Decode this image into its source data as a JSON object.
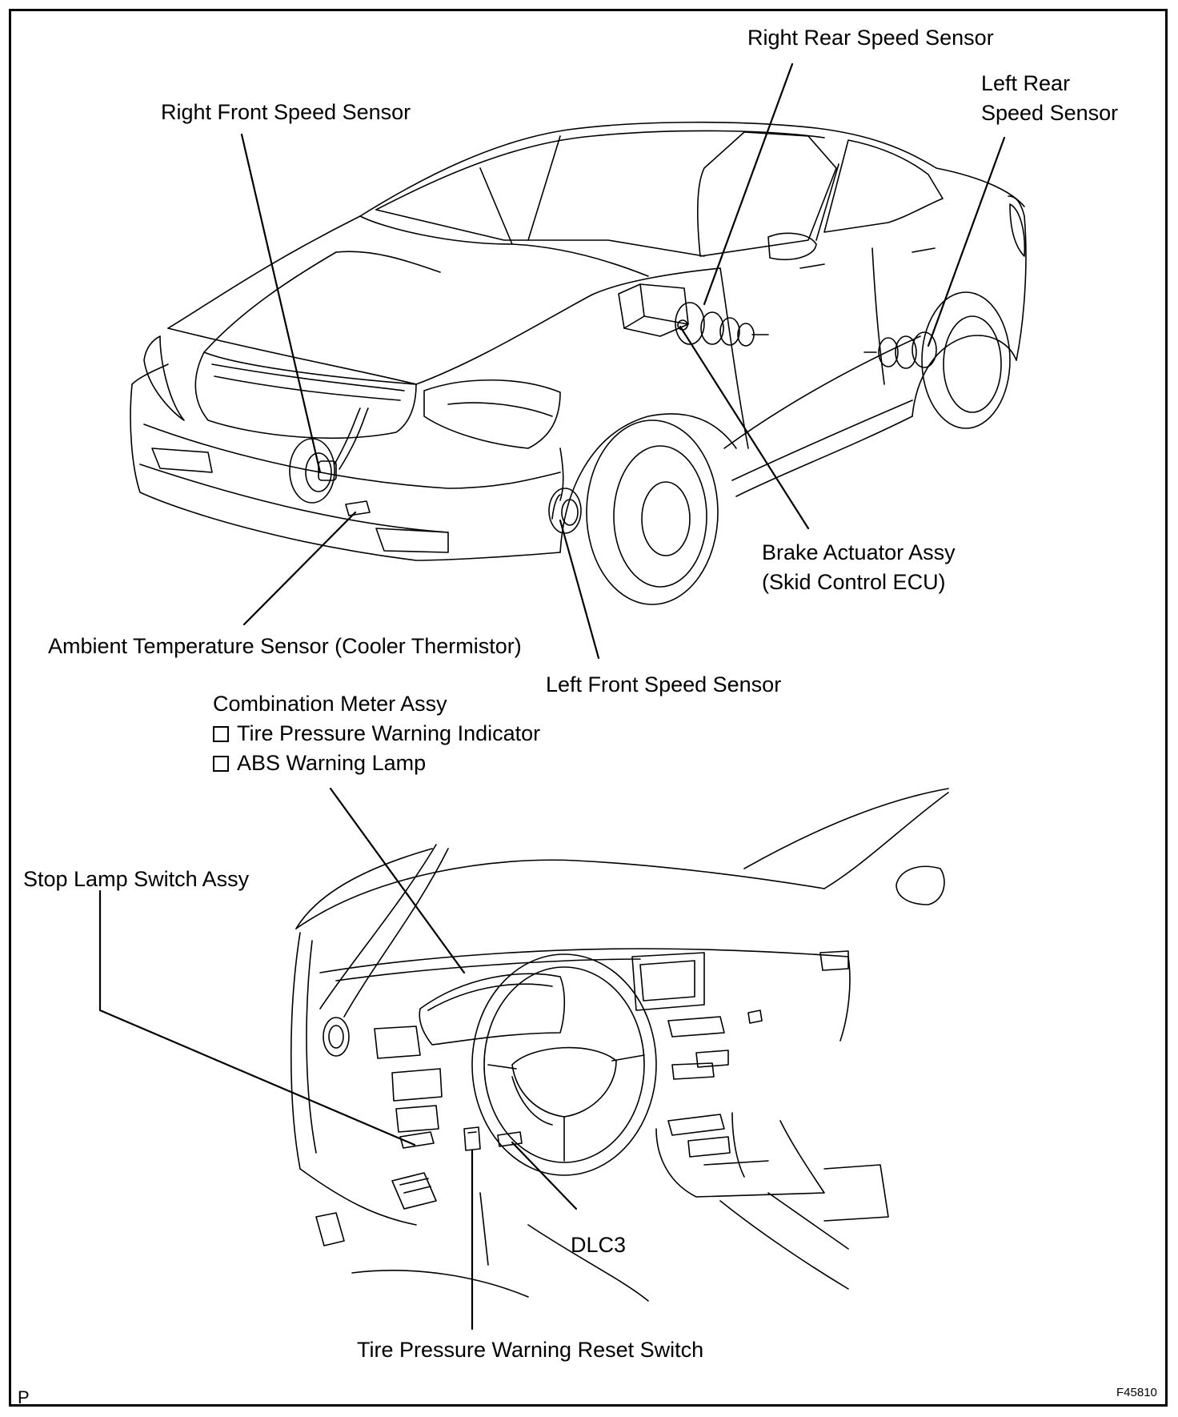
{
  "labels": {
    "right_rear_speed_sensor": "Right Rear Speed Sensor",
    "left_rear_speed_sensor_l1": "Left Rear",
    "left_rear_speed_sensor_l2": "Speed Sensor",
    "right_front_speed_sensor": "Right Front Speed Sensor",
    "brake_actuator_l1": "Brake Actuator Assy",
    "brake_actuator_l2": "(Skid Control ECU)",
    "ambient_temp_sensor": "Ambient Temperature Sensor (Cooler Thermistor)",
    "left_front_speed_sensor": "Left Front Speed Sensor",
    "combination_meter": "Combination Meter Assy",
    "tire_pressure_indicator": "Tire Pressure Warning Indicator",
    "abs_warning_lamp": "ABS Warning Lamp",
    "stop_lamp_switch": "Stop Lamp Switch Assy",
    "dlc3": "DLC3",
    "tire_pressure_reset_switch": "Tire Pressure Warning Reset Switch"
  },
  "footer": {
    "page_mark": "P",
    "figure_id": "F45810"
  }
}
